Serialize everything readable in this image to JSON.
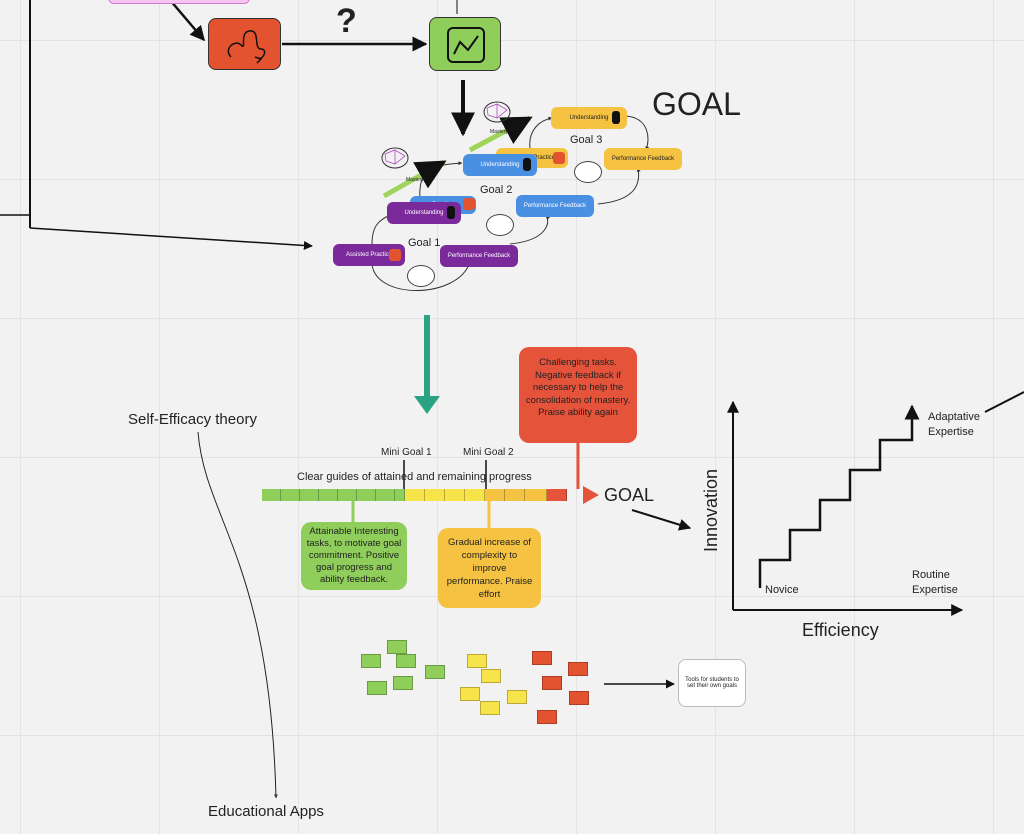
{
  "header": {
    "question_mark": "?",
    "goal_title": "GOAL"
  },
  "goals": {
    "goal1": "Goal 1",
    "goal2": "Goal 2",
    "goal3": "Goal 3",
    "mastery1": "Mastery",
    "mastery2": "Mastery"
  },
  "nodes": {
    "g1_practice": "Assisted Practice",
    "g1_feedback": "Performance Feedback",
    "g2_understanding": "Understanding",
    "g2_feedback": "Performance Feedback",
    "g2_practice": "Practice",
    "g3_understanding_low": "Understanding",
    "g3_understanding": "Understanding",
    "g3_feedback": "Performance Feedback",
    "g3_practice": "Assisted Practice"
  },
  "progress": {
    "self_efficacy": "Self-Efficacy theory",
    "educational_apps": "Educational Apps",
    "mini_goal_1": "Mini Goal 1",
    "mini_goal_2": "Mini Goal 2",
    "guides": "Clear guides of attained and remaining progress",
    "goal_label": "GOAL",
    "green_note": "Attainable Interesting tasks, to motivate goal commitment. Positive goal progress and ability feedback.",
    "yellow_note": "Gradual increase of complexity to improve performance. Praise effort",
    "red_note": "Challenging tasks. Negative feedback if necessary to help the consolidation of mastery. Praise ability again",
    "colors": {
      "green": "#8fce5b",
      "yellow": "#f7e34a",
      "orange": "#f5b942",
      "red": "#e5533b"
    }
  },
  "expertise_chart": {
    "ylabel": "Innovation",
    "xlabel": "Efficiency",
    "novice": "Novice",
    "routine": "Routine Expertise",
    "adaptive": "Adaptative Expertise"
  },
  "tools": {
    "note": "Tools for students to set their own goals"
  },
  "icons": [
    "squiggle-path-icon",
    "line-chart-icon",
    "brain-icon",
    "network-brain-icon",
    "hand-icon",
    "robot-icon"
  ]
}
